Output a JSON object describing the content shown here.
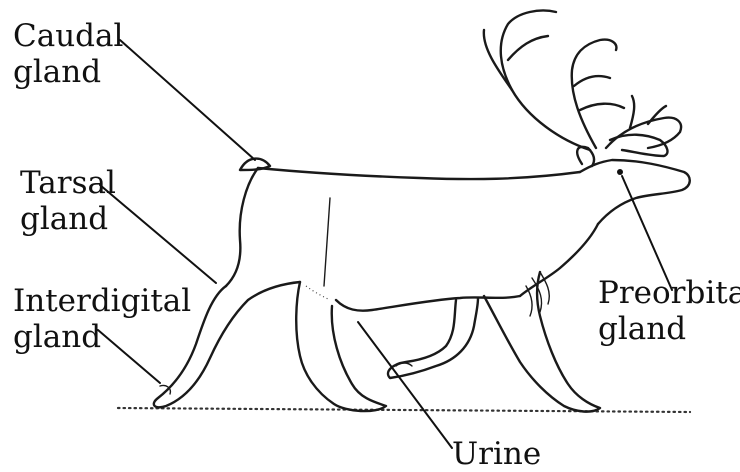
{
  "labels": {
    "caudal": {
      "line1": "Caudal",
      "line2": "gland"
    },
    "tarsal": {
      "line1": "Tarsal",
      "line2": "gland"
    },
    "interdigital": {
      "line1": "Interdigital",
      "line2": "gland"
    },
    "preorbital": {
      "line1": "Preorbital",
      "line2": "gland"
    },
    "urine": {
      "text": "Urine"
    }
  }
}
